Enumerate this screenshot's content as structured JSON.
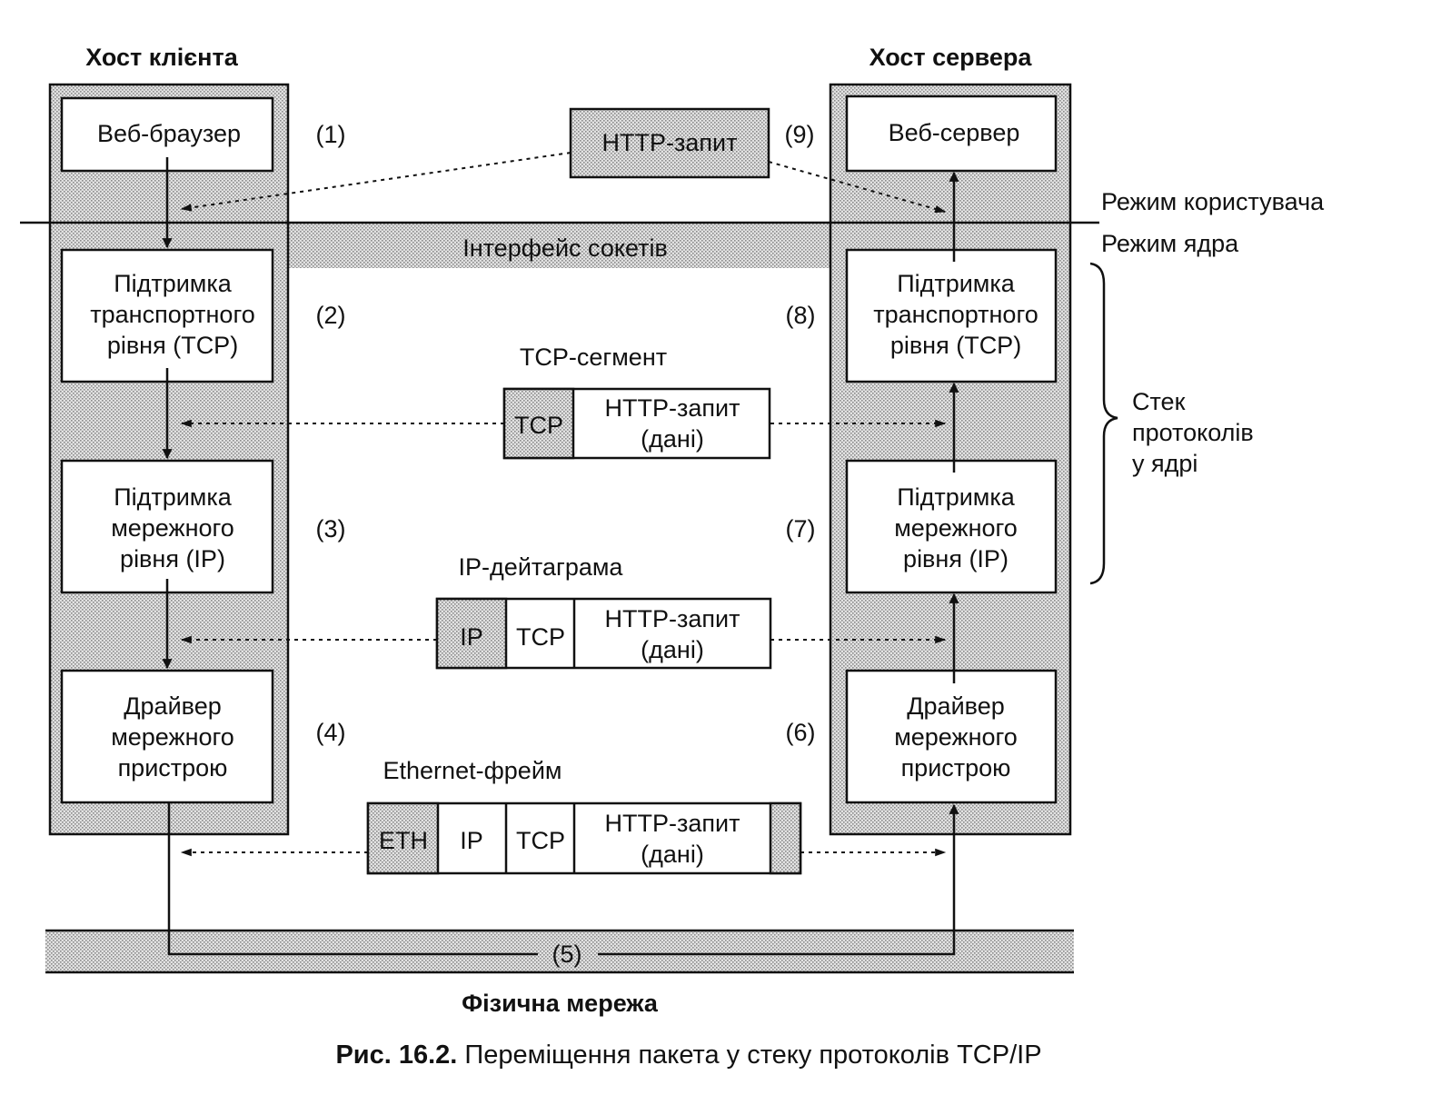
{
  "client_host": {
    "title": "Хост клієнта",
    "layers": [
      [
        "Веб-браузер"
      ],
      [
        "Підтримка",
        "транспортного",
        "рівня (TCP)"
      ],
      [
        "Підтримка",
        "мережного",
        "рівня (IP)"
      ],
      [
        "Драйвер",
        "мережного",
        "пристрою"
      ]
    ]
  },
  "server_host": {
    "title": "Хост сервера",
    "layers": [
      [
        "Веб-сервер"
      ],
      [
        "Підтримка",
        "транспортного",
        "рівня (TCP)"
      ],
      [
        "Підтримка",
        "мережного",
        "рівня (IP)"
      ],
      [
        "Драйвер",
        "мережного",
        "пристрою"
      ]
    ]
  },
  "steps": [
    "(1)",
    "(2)",
    "(3)",
    "(4)",
    "(5)",
    "(6)",
    "(7)",
    "(8)",
    "(9)"
  ],
  "modes": {
    "user": "Режим користувача",
    "kernel": "Режим ядра",
    "socket_interface": "Інтерфейс сокетів"
  },
  "stack_label": [
    "Стек",
    "протоколів",
    "у ядрі"
  ],
  "packets": {
    "http": {
      "label": "HTTP-запит"
    },
    "tcp_segment": {
      "title": "TCP-сегмент",
      "header": "TCP",
      "payload": [
        "HTTP-запит",
        "(дані)"
      ]
    },
    "ip_datagram": {
      "title": "IP-дейтаграма",
      "ip": "IP",
      "tcp": "TCP",
      "payload": [
        "HTTP-запит",
        "(дані)"
      ]
    },
    "ethernet_frame": {
      "title": "Ethernet-фрейм",
      "eth": "ETH",
      "ip": "IP",
      "tcp": "TCP",
      "payload": [
        "HTTP-запит",
        "(дані)"
      ]
    }
  },
  "network_label": "Фізична мережа",
  "caption": {
    "prefix": "Рис. 16.2.",
    "text": " Переміщення пакета у стеку протоколів TCP/IP"
  },
  "colors": {
    "shade": "#cfcfcf",
    "line": "#111111",
    "box": "#ffffff"
  }
}
